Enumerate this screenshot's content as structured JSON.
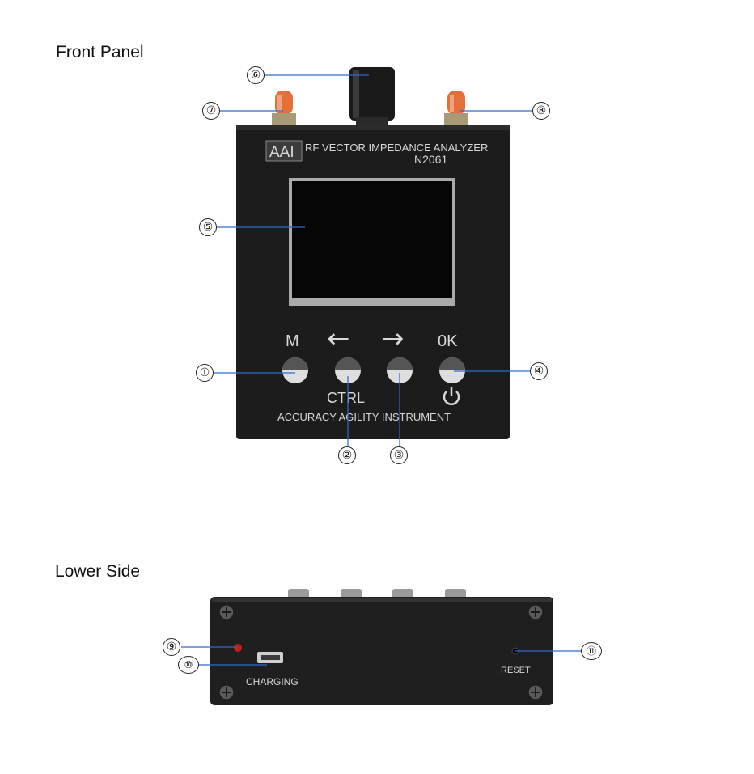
{
  "front_panel": {
    "title": "Front Panel",
    "brand": "AAI",
    "model_line": "RF VECTOR IMPEDANCE ANALYZER",
    "model": "N2061",
    "button_labels": {
      "m": "M",
      "left": "←",
      "right": "→",
      "ok": "0K",
      "ctrl": "CTRL"
    },
    "tagline": "ACCURACY AGILITY INSTRUMENT",
    "callouts": [
      "①",
      "②",
      "③",
      "④",
      "⑤",
      "⑥",
      "⑦",
      "⑧"
    ]
  },
  "lower_side": {
    "title": "Lower Side",
    "charging_label": "CHARGING",
    "reset_label": "RESET",
    "callouts": [
      "⑨",
      "⑩",
      "⑪"
    ]
  },
  "colors": {
    "device_body": "#1c1c1c",
    "connector": "#e3703a",
    "leader_line": "#2d6bd0",
    "led": "#c0201c"
  }
}
